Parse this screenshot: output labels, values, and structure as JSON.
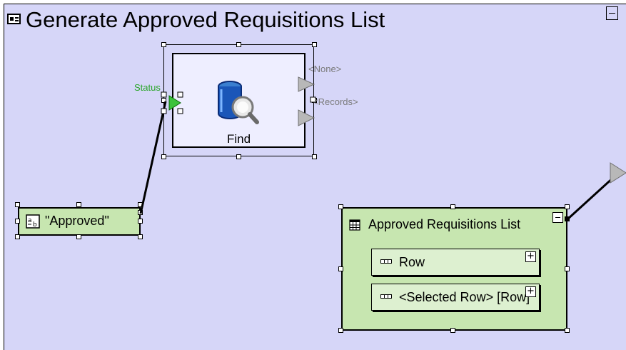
{
  "window": {
    "title": "Generate Approved Requisitions List"
  },
  "find_node": {
    "label": "Find",
    "input_port": "Status",
    "output_ports": [
      "<None>",
      "<Records>"
    ]
  },
  "constant_node": {
    "text": "\"Approved\""
  },
  "list_node": {
    "title": "Approved Requisitions List",
    "rows": [
      {
        "label": "Row",
        "expand": "+"
      },
      {
        "label": "<Selected Row> [Row]",
        "expand": "+"
      }
    ]
  },
  "colors": {
    "canvas_bg": "#d6d6f8",
    "node_fill_green": "#c7e6b0",
    "find_node_fill": "#eeeeff",
    "status_green": "#2aa52a",
    "port_gray": "#7a7a7a"
  },
  "icons": [
    "diagram-icon",
    "database-search-icon",
    "text-constant-icon",
    "table-icon",
    "row-icon",
    "triangle-port-icon"
  ]
}
